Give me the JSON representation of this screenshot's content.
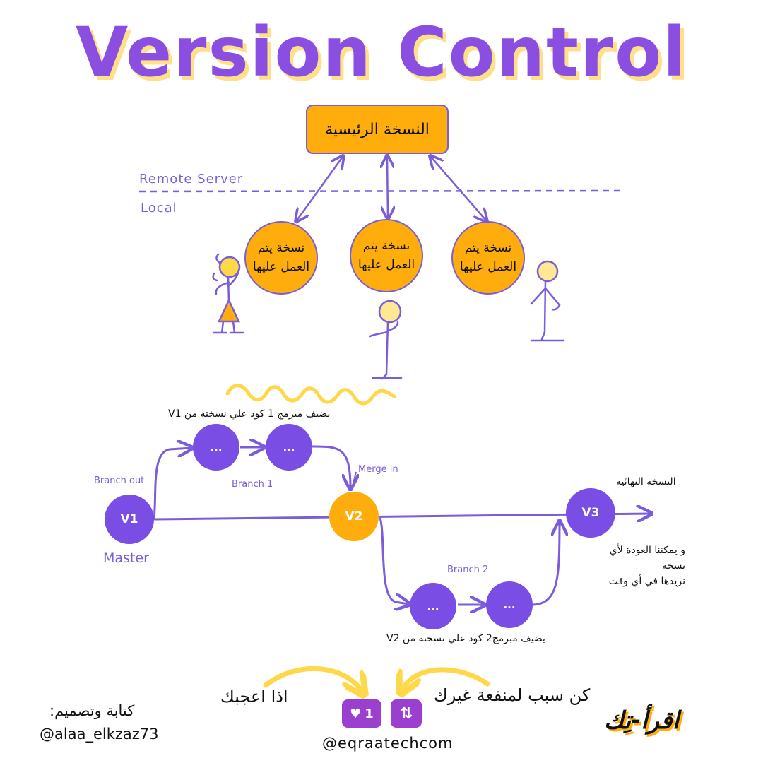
{
  "title": "Version Control",
  "main_copy": "النسخة الرئيسية",
  "zones": {
    "remote": "Remote Server",
    "local": "Local"
  },
  "working_copies": [
    "نسخة يتم\nالعمل عليها",
    "نسخة يتم\nالعمل عليها",
    "نسخة يتم\nالعمل عليها"
  ],
  "flow": {
    "nodes": {
      "v1": "V1",
      "v2": "V2",
      "v3": "V3",
      "commit": "..."
    },
    "branch_out": "Branch out",
    "merge_in": "Merge in",
    "branch1": "Branch 1",
    "branch2": "Branch 2",
    "master": "Master",
    "note_branch1": "يضيف مبرمج 1 كود علي نسخته من V1",
    "note_branch2": "يضيف مبرمج2 كود علي نسخته من V2",
    "final_label": "النسخة النهائية",
    "final_note": "و يمكننا العودة لأي نسخة\nنريدها في أي وقت"
  },
  "footer": {
    "if_liked": "اذا اعجبك",
    "be_reason": "كن سبب لمنفعة غيرك",
    "credit_label": "كتابة وتصميم:",
    "credit_handle": "@alaa_elkzaz73",
    "account_handle": "@eqraatechcom",
    "like_count": "1",
    "brand": "اقرأ-تِك"
  },
  "colors": {
    "purple": "#7a4de4",
    "orange": "#ffad0c",
    "yellow": "#ffd84a"
  }
}
